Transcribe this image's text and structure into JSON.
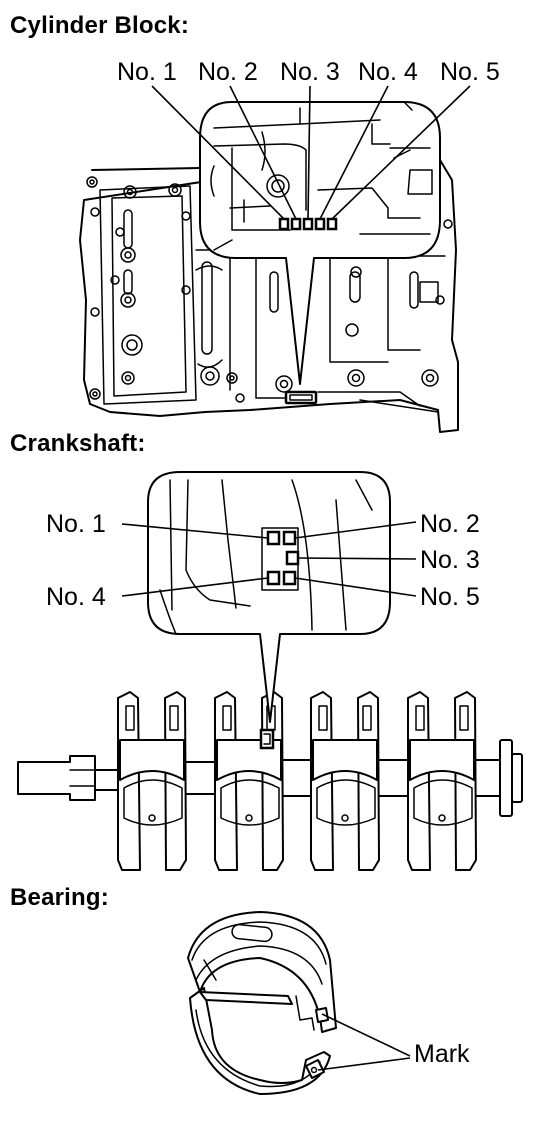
{
  "sections": {
    "cylinder_block": {
      "title": "Cylinder Block:",
      "labels": [
        "No. 1",
        "No. 2",
        "No. 3",
        "No. 4",
        "No. 5"
      ]
    },
    "crankshaft": {
      "title": "Crankshaft:",
      "labels": [
        "No. 1",
        "No. 2",
        "No. 3",
        "No. 4",
        "No. 5"
      ]
    },
    "bearing": {
      "title": "Bearing:",
      "mark_label": "Mark"
    }
  },
  "icons": [
    "cylinder-block-drawing",
    "crankshaft-drawing",
    "bearing-drawing"
  ]
}
